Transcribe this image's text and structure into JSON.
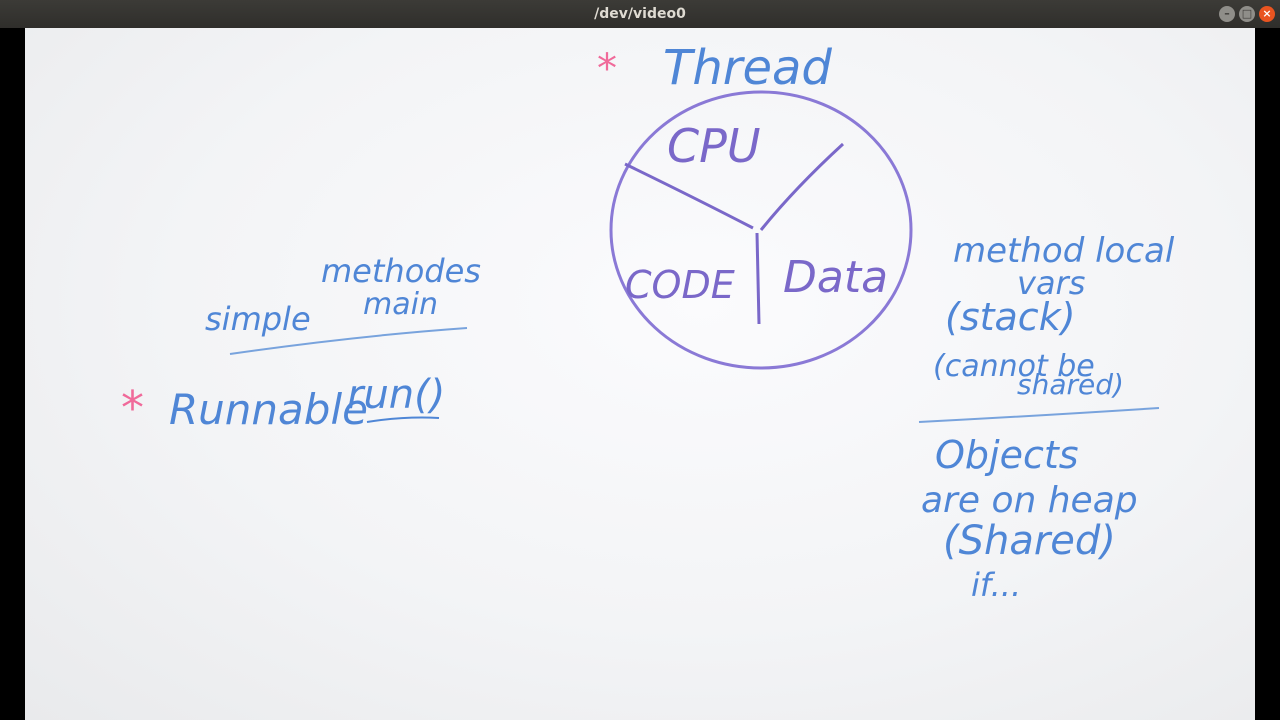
{
  "window": {
    "title": "/dev/video0",
    "buttons": {
      "minimize": "–",
      "maximize": "□",
      "close": "×"
    }
  },
  "whiteboard": {
    "heading": "Thread",
    "asterisk": "*",
    "diagram": {
      "top": "CPU",
      "left": "CODE",
      "right": "Data"
    },
    "left_notes": {
      "simple": "simple",
      "methods": "methodes",
      "main": "main",
      "runnable": "Runnable",
      "run": "run()"
    },
    "right_notes": {
      "method_local": "method local",
      "vars": "vars",
      "stack": "(stack)",
      "cannot_be": "(cannot be",
      "shared_close": "shared)",
      "objects": "Objects",
      "are_on_heap": "are on heap",
      "shared": "(Shared)",
      "if": "if..."
    },
    "colors": {
      "blue_marker": "#4f86d6",
      "purple_marker": "#7a68c9",
      "pink_marker": "#f06a9a"
    }
  }
}
